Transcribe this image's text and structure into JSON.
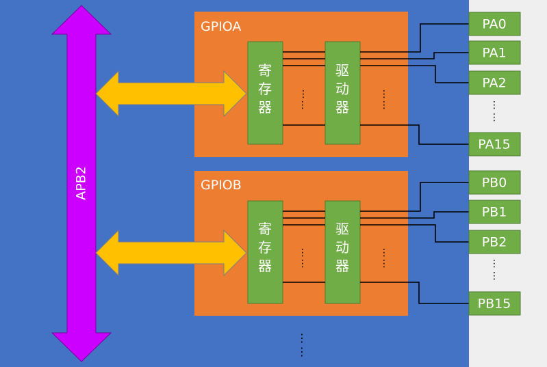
{
  "colors": {
    "background": "#4472C4",
    "right_panel": "#EFEFEF",
    "bus_arrow": "#CC00FF",
    "port_block": "#ED7D31",
    "inner_block": "#70AD47",
    "link_arrow": "#FFC000",
    "wire": "#000000",
    "text_light": "#FFFFFF"
  },
  "bus": {
    "label": "APB2"
  },
  "ports": [
    {
      "name": "GPIOA",
      "register_label": "寄\n存\n器",
      "driver_label": "驱\n动\n器",
      "pins": [
        "PA0",
        "PA1",
        "PA2",
        "PA15"
      ]
    },
    {
      "name": "GPIOB",
      "register_label": "寄\n存\n器",
      "driver_label": "驱\n动\n器",
      "pins": [
        "PB0",
        "PB1",
        "PB2",
        "PB15"
      ]
    }
  ]
}
